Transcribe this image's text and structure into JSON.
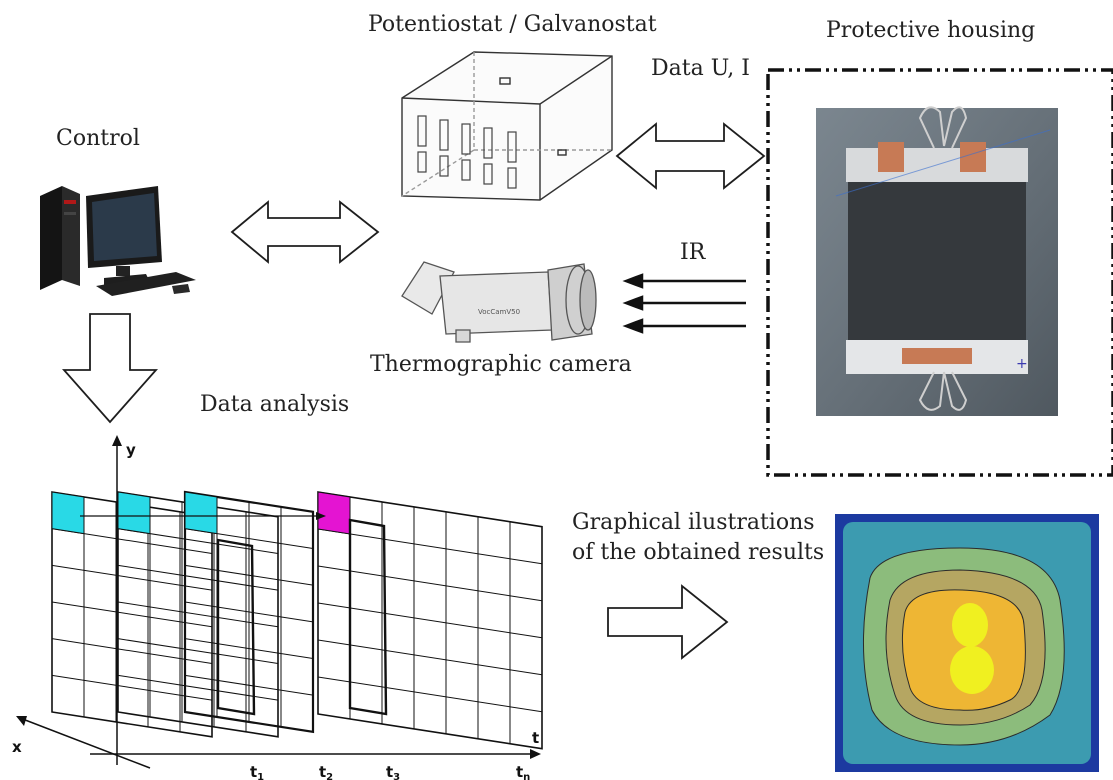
{
  "labels": {
    "potentiostat": "Potentiostat / Galvanostat",
    "housing": "Protective housing",
    "data_ui": "Data U, I",
    "control": "Control",
    "ir": "IR",
    "camera": "Thermographic camera",
    "data_analysis": "Data analysis",
    "graphical": "Graphical ilustrations\nof the obtained results"
  },
  "camera_body_text": "VocCamV50",
  "axes": {
    "x": "x",
    "y": "y",
    "t": "t"
  },
  "time_ticks": [
    {
      "main": "t",
      "sub": "1"
    },
    {
      "main": "t",
      "sub": "2"
    },
    {
      "main": "t",
      "sub": "3"
    },
    {
      "main": "t",
      "sub": "n"
    }
  ],
  "colors": {
    "highlight_cyan": "#29d9e6",
    "highlight_magenta": "#e414d2",
    "heatmap_border": "#1c3aa0",
    "heatmap_outer": "#3c9bb0",
    "heatmap_ring2": "#8cbc7c",
    "heatmap_ring3": "#b5a662",
    "heatmap_inner": "#eeb634",
    "heatmap_hot": "#f0f020"
  },
  "icons": [
    "desktop-computer-icon",
    "potentiostat-device-icon",
    "thermographic-camera-icon",
    "battery-cell-photo",
    "thermal-heatmap-image"
  ]
}
